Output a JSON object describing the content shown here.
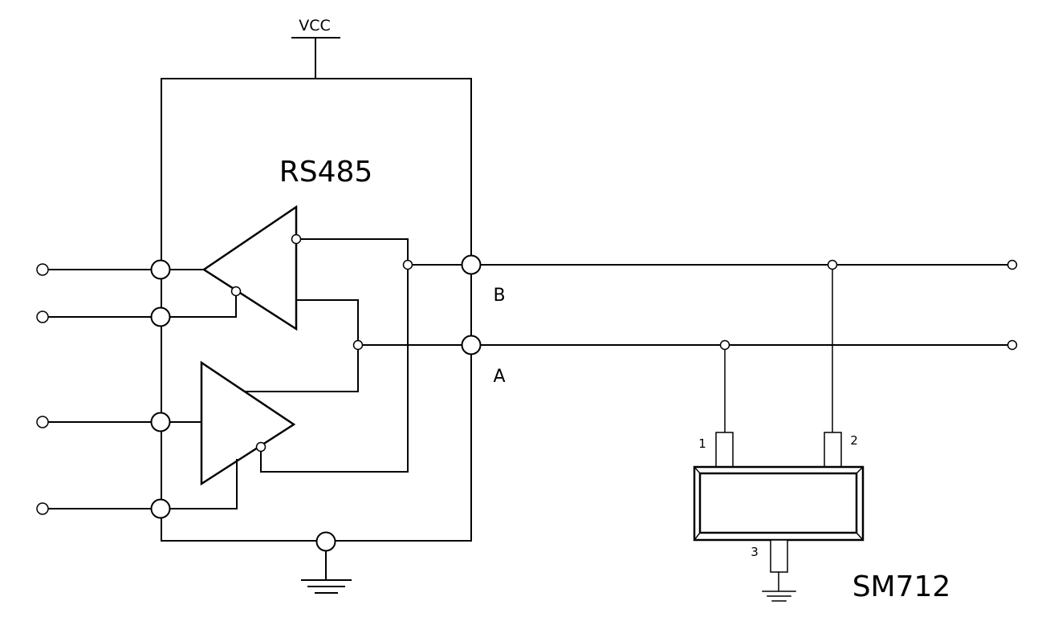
{
  "diagram": {
    "vcc_label": "VCC",
    "chip_label": "RS485",
    "pin_b_label": "B",
    "pin_a_label": "A",
    "tvs_label": "SM712",
    "tvs_pin_1": "1",
    "tvs_pin_2": "2",
    "tvs_pin_3": "3"
  }
}
